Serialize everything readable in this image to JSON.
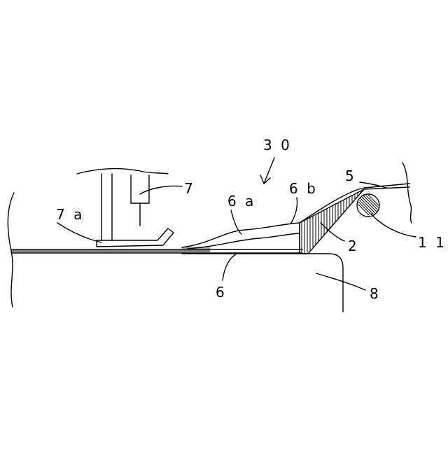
{
  "labels": {
    "l30": "3 0",
    "l7": "7",
    "l7a": "7 a",
    "l6a": "6 a",
    "l6b": "6 b",
    "l5": "5",
    "l2": "2",
    "l11": "1 1",
    "l6": "6",
    "l8": "8"
  }
}
